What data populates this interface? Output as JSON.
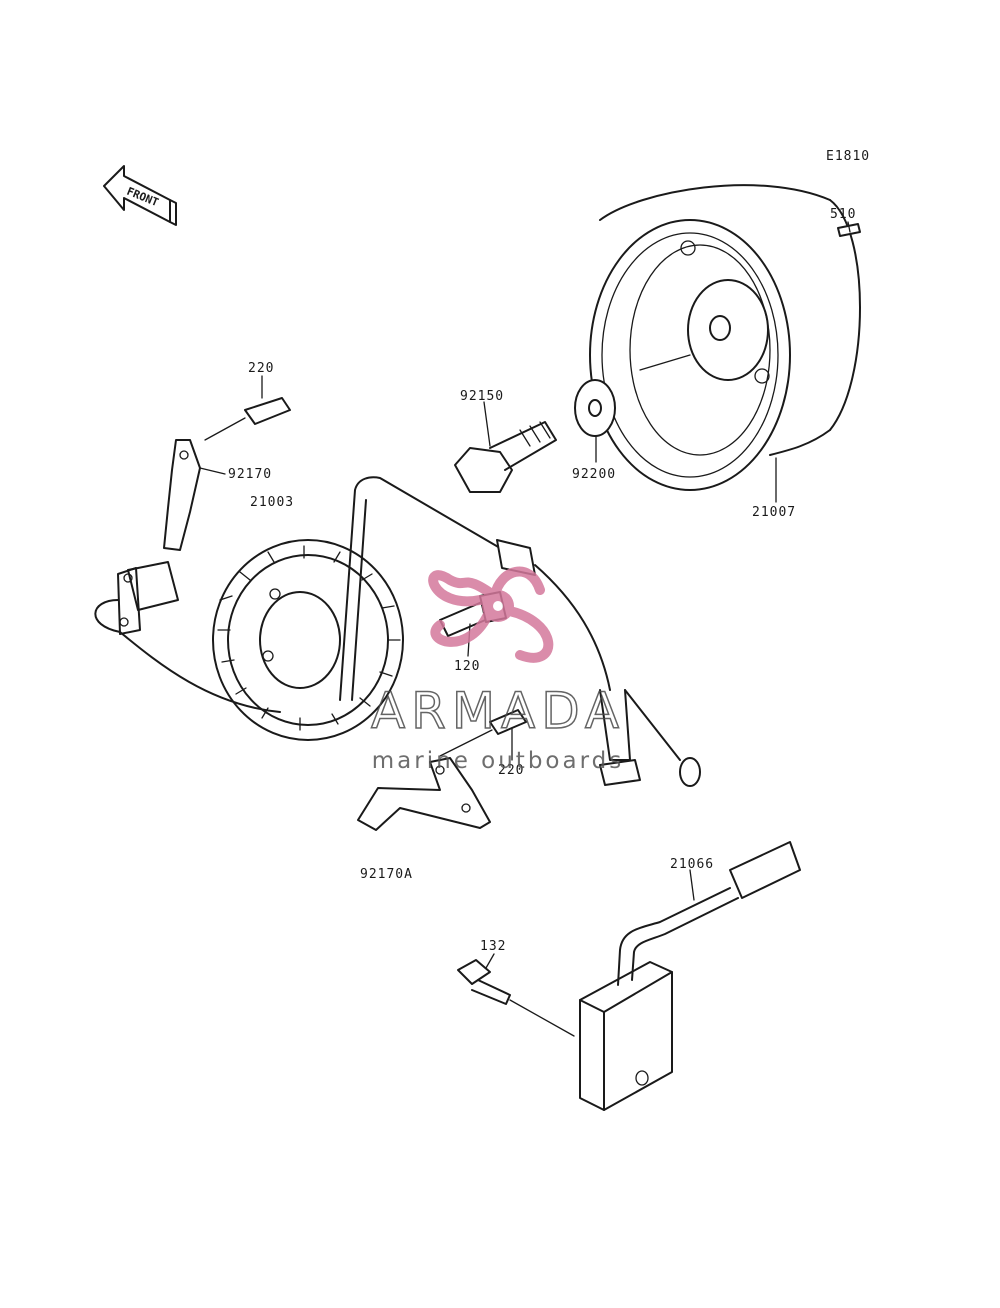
{
  "diagram": {
    "code": "E1810",
    "front_label": "FRONT",
    "parts": {
      "p510": "510",
      "p220_top": "220",
      "p92170": "92170",
      "p21003": "21003",
      "p92150": "92150",
      "p92200": "92200",
      "p21007": "21007",
      "p120": "120",
      "p220_mid": "220",
      "p92170A": "92170A",
      "p21066": "21066",
      "p132": "132"
    }
  },
  "watermark": {
    "title": "ARMADA",
    "subtitle": "marine outboards",
    "accent_color": "#d4789c"
  }
}
